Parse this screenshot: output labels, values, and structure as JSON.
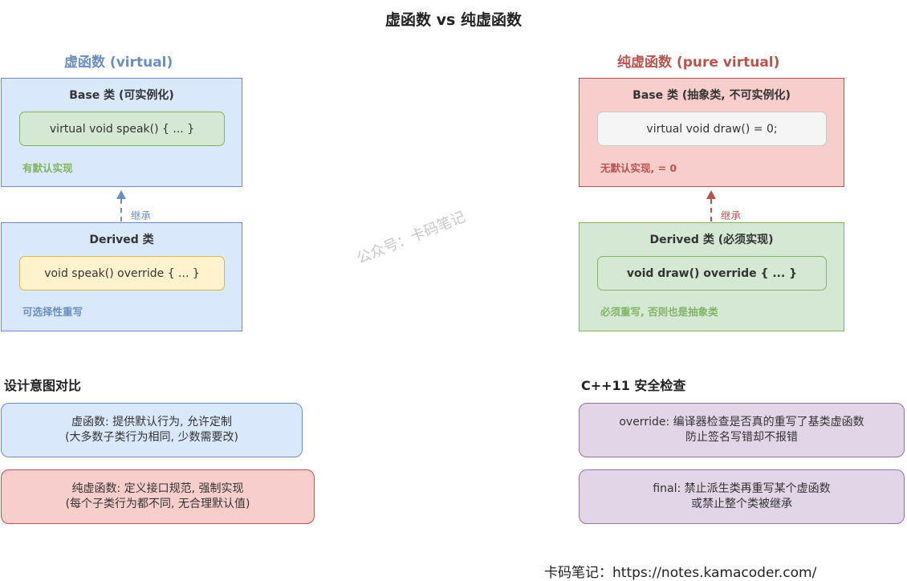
{
  "title": "虚函数 vs 纯虚函数",
  "colors": {
    "blue_fill": "#dae8fc",
    "blue_stroke": "#6c8ebf",
    "red_fill": "#f8cecc",
    "red_stroke": "#b85450",
    "green_fill": "#d5e8d4",
    "green_stroke": "#82b366",
    "yellow_fill": "#fff2cc",
    "yellow_stroke": "#d6b656",
    "gray_fill": "#f5f5f5",
    "gray_stroke": "#c8c8c8",
    "purple_fill": "#e1d5e7",
    "purple_stroke": "#9673a6"
  },
  "virtual": {
    "heading": "虚函数 (virtual)",
    "base": {
      "title": "Base 类 (可实例化)",
      "code": "virtual void speak() { ... }",
      "note": "有默认实现"
    },
    "arrow_label": "继承",
    "derived": {
      "title": "Derived 类",
      "code": "void speak() override { ... }",
      "note": "可选择性重写"
    }
  },
  "pure": {
    "heading": "纯虚函数 (pure virtual)",
    "base": {
      "title": "Base 类 (抽象类, 不可实例化)",
      "code": "virtual void draw() = 0;",
      "note": "无默认实现, = 0"
    },
    "arrow_label": "继承",
    "derived": {
      "title": "Derived 类 (必须实现)",
      "code": "void draw() override { ... }",
      "note": "必须重写, 否则也是抽象类"
    }
  },
  "design": {
    "heading": "设计意图对比",
    "virtual_card": {
      "line1": "虚函数: 提供默认行为, 允许定制",
      "line2": "(大多数子类行为相同, 少数需要改)"
    },
    "pure_card": {
      "line1": "纯虚函数: 定义接口规范, 强制实现",
      "line2": "(每个子类行为都不同, 无合理默认值)"
    }
  },
  "safety": {
    "heading": "C++11 安全检查",
    "override_card": {
      "line1": "override: 编译器检查是否真的重写了基类虚函数",
      "line2": "防止签名写错却不报错"
    },
    "final_card": {
      "line1": "final: 禁止派生类再重写某个虚函数",
      "line2": "或禁止整个类被继承"
    }
  },
  "watermark": "公众号：卡码笔记",
  "footer": "卡码笔记：https://notes.kamacoder.com/"
}
